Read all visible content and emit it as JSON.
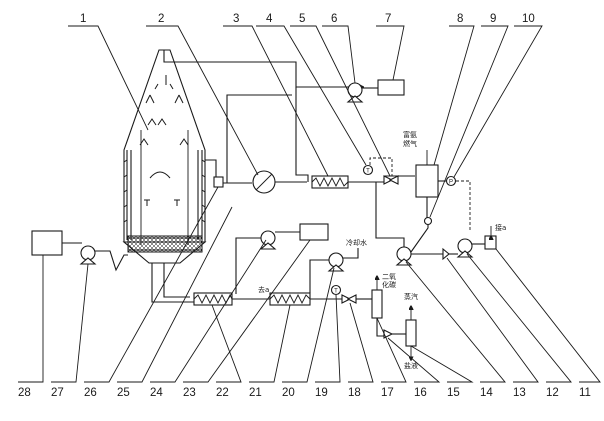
{
  "callouts_top": [
    "1",
    "2",
    "3",
    "4",
    "5",
    "6",
    "7",
    "8",
    "9",
    "10"
  ],
  "callouts_bottom": [
    "28",
    "27",
    "26",
    "25",
    "24",
    "23",
    "22",
    "21",
    "20",
    "19",
    "18",
    "17",
    "16",
    "15",
    "14",
    "13",
    "12",
    "11"
  ],
  "stream_labels": {
    "ammonia_rich_flue_gas": "富氨\n燃气",
    "to_a_lower": "去a",
    "to_a_right": "接a",
    "cold_water": "冷却水",
    "carbon_dioxide": "二氧\n化碳",
    "steam": "蒸汽",
    "brine": "盐液"
  },
  "gauge_symbol": "T",
  "pressure_symbol": "P"
}
